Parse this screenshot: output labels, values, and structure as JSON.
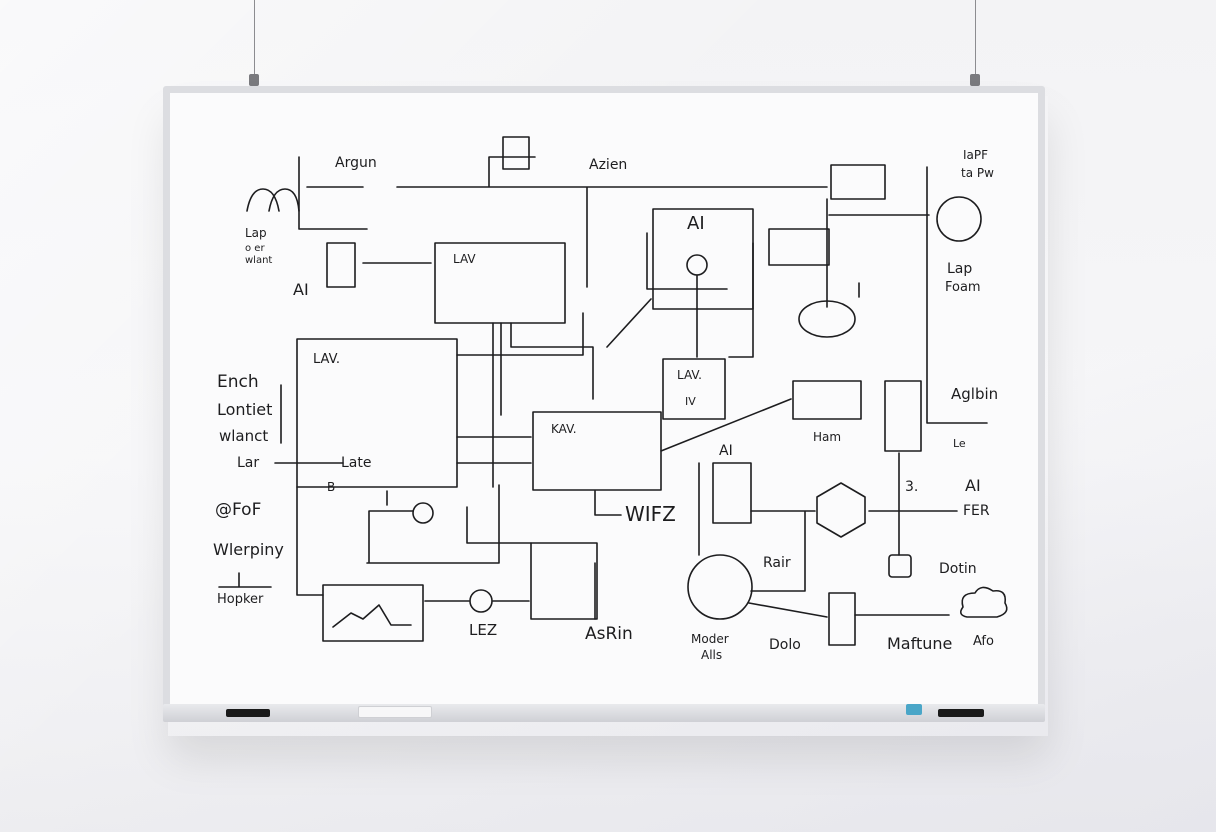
{
  "scene": "whiteboard-on-wall",
  "colors": {
    "wall": "#f3f3f5",
    "board_surface": "#fbfbfc",
    "frame": "#dcdde1",
    "ink": "#1d1d1f",
    "marker_blue": "#4aa6c8"
  },
  "labels": {
    "agent_top": "Argun",
    "agent_right": "Azien",
    "top_right_note_1": "IaPF",
    "top_right_note_2": "ta Pw",
    "lap_left_1": "Lap",
    "lap_left_2": "o er",
    "lap_left_3": "wlant",
    "ai_left": "AI",
    "lav_box": "LAV",
    "ai_center": "AI",
    "lap_right_1": "Lap",
    "lap_right_2": "Foam",
    "enrich_1": "Ench",
    "enrich_2": "Lontiet",
    "enrich_3": "wlanct",
    "lav_big_box": "LAV.",
    "lav_small": "LAV.",
    "lav_small_2": "IV",
    "kav_box": "KAV.",
    "lar": "Lar",
    "late": "Late",
    "b_mark": "B",
    "foaf": "@FoF",
    "wlerpiny": "Wlerpiny",
    "hopker": "Hopker",
    "wifz": "WIFZ",
    "ai_mid": "AI",
    "ham": "Ham",
    "algebin": "Aglbin",
    "le_label": "Le",
    "three": "3.",
    "ai_right": "AI",
    "fer": "FER",
    "dotin": "Dotin",
    "rair": "Rair",
    "lez": "LEZ",
    "asrin": "AsRin",
    "moder_1": "Moder",
    "moder_2": "Alls",
    "dolo": "Dolo",
    "maftune": "Maftune",
    "afo": "Afo"
  }
}
